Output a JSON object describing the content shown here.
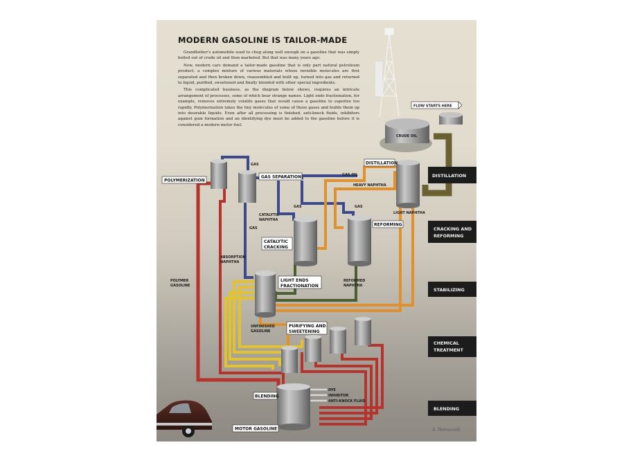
{
  "poster": {
    "title": "MODERN GASOLINE IS TAILOR-MADE",
    "intro": [
      "Grandfather's automobile used to chug along well enough on a gasoline that was simply boiled out of crude oil and then marketed. But that was many years ago.",
      "Now, modern cars demand a tailor-made gasoline that is only part natural petroleum product; a complex mixture of various materials whose invisible molecules are first separated and then broken down, reassembled and built up, turned into gas and returned to liquid, purified, sweetened and finally blended with other special ingredients.",
      "This complicated business, as the diagram below shows, requires an intricate arrangement of processes, some of which bear strange names. Light ends fractionation, for example, removes extremely volatile gases that would cause a gasoline to vaporize too rapidly. Polymerization takes the tiny molecules of some of those gases and builds them up into desirable liquids. Even after all processing is finished, anti-knock fluids, inhibitors against gum formation and an identifying dye must be added to the gasoline before it is considered a modern motor fuel."
    ],
    "signature": "A. Petruccelli"
  },
  "process_labels": {
    "flow_starts": "FLOW STARTS HERE",
    "crude_oil": "CRUDE OIL",
    "distillation": "DISTILLATION",
    "gas_separation": "GAS SEPARATION",
    "polymerization": "POLYMERIZATION",
    "catalytic_cracking_1": "CATALYTIC",
    "catalytic_cracking_2": "CRACKING",
    "reforming": "REFORMING",
    "light_ends_1": "LIGHT ENDS",
    "light_ends_2": "FRACTIONATION",
    "purifying_1": "PURIFYING AND",
    "purifying_2": "SWEETENING",
    "blending": "BLENDING",
    "motor_gasoline": "MOTOR GASOLINE"
  },
  "stream_labels": {
    "gas_top": "GAS",
    "gas_oil": "GAS OIL",
    "heavy_naphtha": "HEAVY NAPHTHA",
    "light_naphtha": "LIGHT NAPHTHA",
    "gas_cat": "GAS",
    "gas_ref": "GAS",
    "gas_left": "GAS",
    "catalytic_naphtha_1": "CATALYTIC",
    "catalytic_naphtha_2": "NAPHTHA",
    "absorption_naphtha_1": "ABSORPTION",
    "absorption_naphtha_2": "NAPHTHA",
    "polymer_gasoline_1": "POLYMER",
    "polymer_gasoline_2": "GASOLINE",
    "reformed_naphtha_1": "REFORMED",
    "reformed_naphtha_2": "NAPHTHA",
    "unfinished_gasoline_1": "UNFINISHED",
    "unfinished_gasoline_2": "GASOLINE",
    "dye": "DYE",
    "inhibitor": "INHIBITOR",
    "anti_knock": "ANTI-KNOCK FLUID"
  },
  "stages": [
    {
      "line1": "DISTILLATION",
      "line2": ""
    },
    {
      "line1": "CRACKING AND",
      "line2": "REFORMING"
    },
    {
      "line1": "STABILIZING",
      "line2": ""
    },
    {
      "line1": "CHEMICAL",
      "line2": "TREATMENT"
    },
    {
      "line1": "BLENDING",
      "line2": ""
    }
  ],
  "colors": {
    "poster_bg": "#e2ddcf",
    "pipe_red": "#b5332c",
    "pipe_yellow": "#e3c22b",
    "pipe_orange": "#e0902c",
    "pipe_blue": "#3c4a8c",
    "pipe_green": "#4b5d33",
    "pipe_crude": "#6a6132",
    "tank_gray": "#9a9a9a",
    "stage_band": "#1c1c1c"
  }
}
